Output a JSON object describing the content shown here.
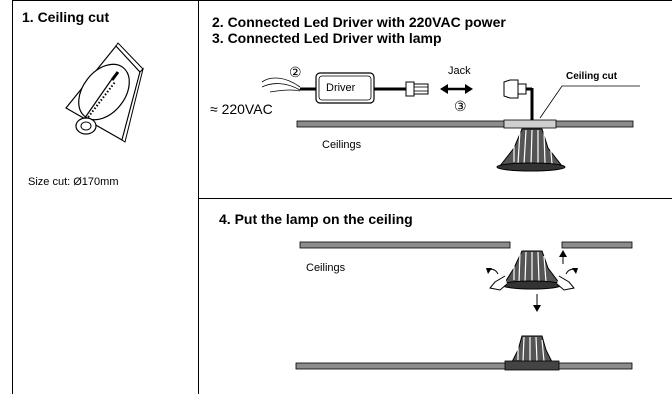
{
  "steps": {
    "step1": {
      "title": "1. Ceiling cut",
      "size_label": "Size cut: Ø170mm"
    },
    "step2": {
      "title": "2. Connected Led Driver with 220VAC power"
    },
    "step3": {
      "title": "3. Connected Led Driver with lamp"
    },
    "step4": {
      "title": "4. Put the lamp on the ceiling"
    }
  },
  "wiring": {
    "voltage_label": "≈ 220VAC",
    "driver_label": "Driver",
    "jack_label": "Jack",
    "marker_2": "②",
    "marker_3": "③",
    "ceiling_cut_label": "Ceiling cut",
    "ceilings_label": "Ceilings"
  },
  "install": {
    "ceilings_label": "Ceilings"
  },
  "colors": {
    "ceiling_fill": "#8c8c8c",
    "border": "#000000",
    "lamp_fill": "#555555"
  }
}
